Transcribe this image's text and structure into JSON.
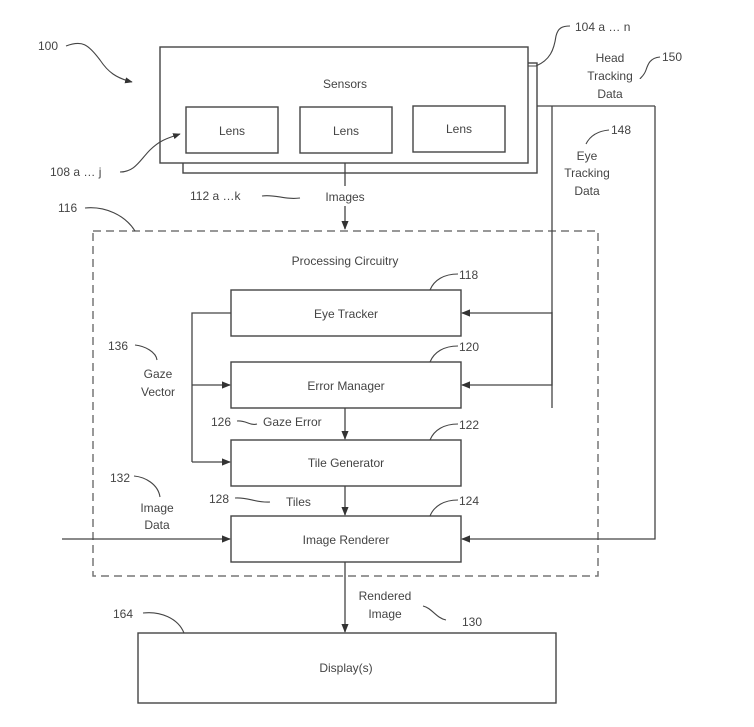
{
  "figure": {
    "system_ref": "100",
    "sensors": {
      "label": "Sensors",
      "ref": "104 a … n"
    },
    "lenses": {
      "ref": "108 a … j",
      "items": [
        "Lens",
        "Lens",
        "Lens"
      ]
    },
    "images": {
      "label": "Images",
      "ref": "112 a …k"
    },
    "processing": {
      "label": "Processing Circuitry",
      "ref": "116"
    },
    "blocks": [
      {
        "id": "eye-tracker",
        "label": "Eye Tracker",
        "ref": "118"
      },
      {
        "id": "error-manager",
        "label": "Error Manager",
        "ref": "120"
      },
      {
        "id": "tile-generator",
        "label": "Tile Generator",
        "ref": "122"
      },
      {
        "id": "image-renderer",
        "label": "Image Renderer",
        "ref": "124"
      }
    ],
    "signals": {
      "gaze_vector": {
        "line1": "Gaze",
        "line2": "Vector",
        "ref": "136"
      },
      "gaze_error": {
        "label": "Gaze Error",
        "ref": "126"
      },
      "tiles": {
        "label": "Tiles",
        "ref": "128"
      },
      "image_data": {
        "line1": "Image",
        "line2": "Data",
        "ref": "132"
      },
      "rendered_image": {
        "line1": "Rendered",
        "line2": "Image",
        "ref": "130"
      },
      "eye_tracking": {
        "line1": "Eye",
        "line2": "Tracking",
        "line3": "Data",
        "ref": "148"
      },
      "head_tracking": {
        "line1": "Head",
        "line2": "Tracking",
        "line3": "Data",
        "ref": "150"
      }
    },
    "display": {
      "label": "Display(s)",
      "ref": "164"
    }
  }
}
